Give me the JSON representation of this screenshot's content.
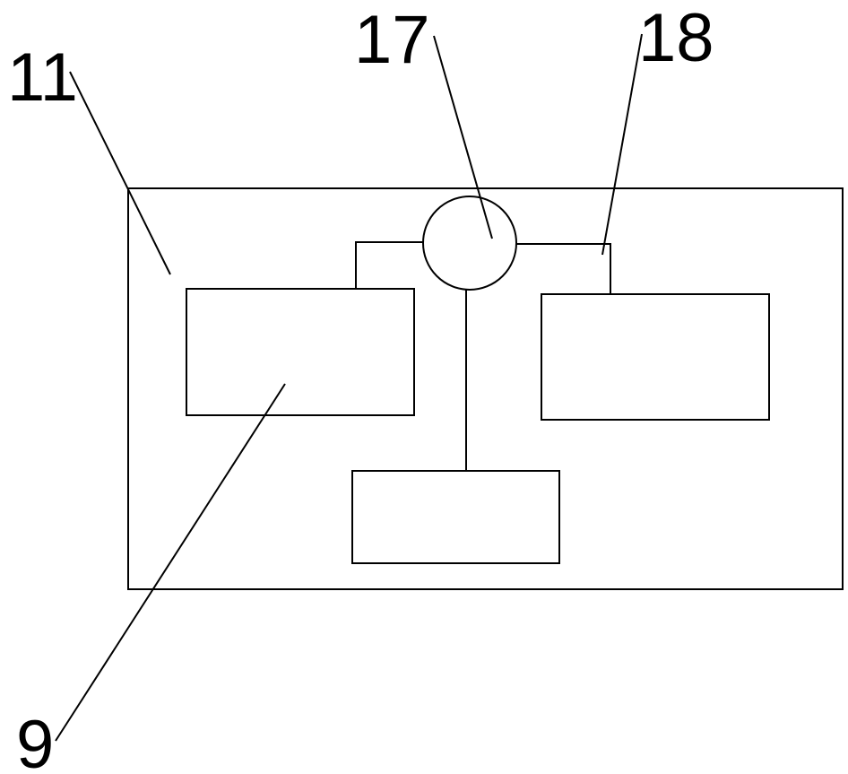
{
  "labels": {
    "housing": "11",
    "circle_component": "17",
    "wire_right": "18",
    "left_block": "9"
  },
  "colors": {
    "line": "#000000",
    "background": "#ffffff"
  }
}
